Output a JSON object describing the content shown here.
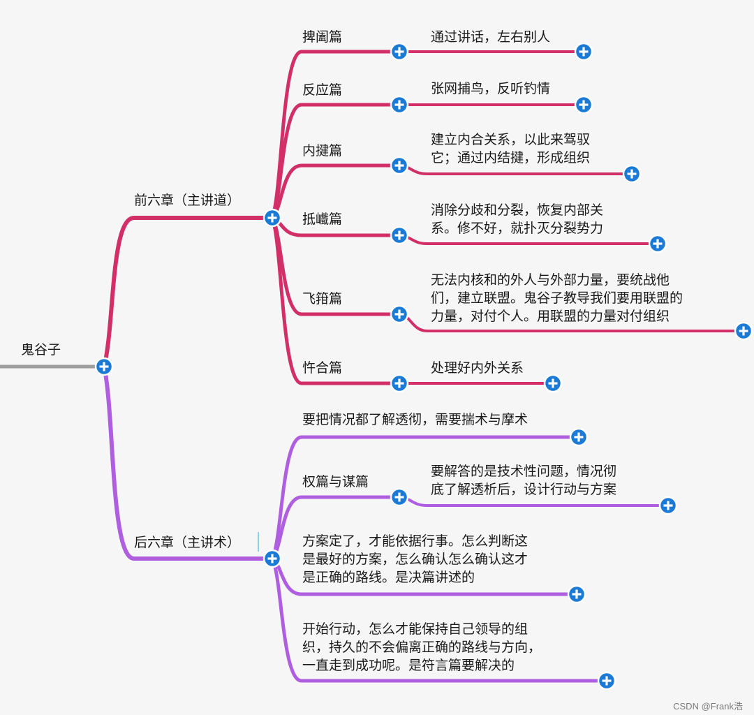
{
  "colors": {
    "background": "#f6f6f6",
    "branch_first": "#d22f68",
    "branch_second": "#b05ee0",
    "root_line": "#9e9e9e",
    "expand_button": "#1b7ad6",
    "text": "#1a1a1a"
  },
  "icons": {
    "expand": "plus-circle-icon"
  },
  "root": {
    "label": "鬼谷子"
  },
  "first_branch": {
    "label": "前六章（主讲道）",
    "children": [
      {
        "label": "捭阖篇",
        "detail": [
          "通过讲话，左右别人"
        ]
      },
      {
        "label": "反应篇",
        "detail": [
          "张网捕鸟，反听钓情"
        ]
      },
      {
        "label": "内揵篇",
        "detail": [
          "建立内合关系，以此来驾驭",
          "它；通过内结揵，形成组织"
        ]
      },
      {
        "label": "抵巇篇",
        "detail": [
          "消除分歧和分裂，恢复内部关",
          "系。修不好，就扑灭分裂势力"
        ]
      },
      {
        "label": "飞箝篇",
        "detail": [
          "无法内核和的外人与外部力量，要统战他",
          "们，建立联盟。鬼谷子教导我们要用联盟的",
          "力量，对付个人。用联盟的力量对付组织"
        ]
      },
      {
        "label": "忤合篇",
        "detail": [
          "处理好内外关系"
        ]
      }
    ]
  },
  "second_branch": {
    "label": "后六章（主讲术）",
    "children": [
      {
        "lines": [
          "要把情况都了解透彻，需要揣术与摩术"
        ]
      },
      {
        "label": "权篇与谋篇",
        "detail": [
          "要解答的是技术性问题，情况彻",
          "底了解透析后，设计行动与方案"
        ]
      },
      {
        "lines": [
          "方案定了，才能依据行事。怎么判断这",
          "是最好的方案，怎么确认怎么确认这才",
          "是正确的路线。是决篇讲述的"
        ]
      },
      {
        "lines": [
          "开始行动，怎么才能保持自己领导的组",
          "织，持久的不会偏离正确的路线与方向，",
          "一直走到成功呢。是符言篇要解决的"
        ]
      }
    ]
  },
  "watermark": "CSDN @Frank浩"
}
